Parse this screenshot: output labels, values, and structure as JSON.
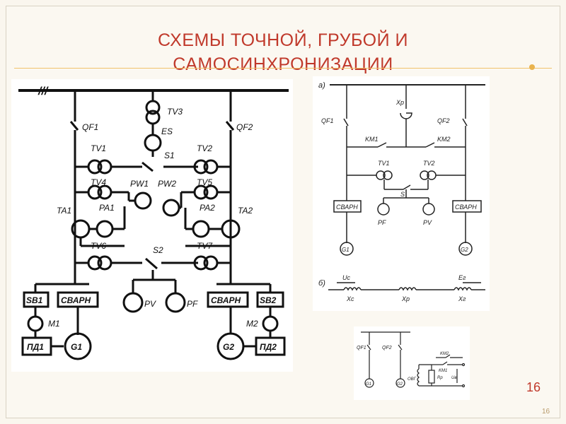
{
  "slide": {
    "title_line1": "СХЕМЫ ТОЧНОЙ, ГРУБОЙ И",
    "title_line2": "САМОСИНХРОНИЗАЦИИ",
    "page_number_large": "16",
    "page_number_small": "16"
  },
  "colors": {
    "title": "#c0392b",
    "accent_rule": "#f0c26a",
    "ink": "#111111"
  },
  "diagram_main": {
    "labels": {
      "bus": "///",
      "qf1": "QF1",
      "qf2": "QF2",
      "tv3": "TV3",
      "es": "ES",
      "s1": "S1",
      "tv1": "TV1",
      "tv2": "TV2",
      "tv4": "TV4",
      "tv5": "TV5",
      "pw1": "PW1",
      "pw2": "PW2",
      "pa1": "PA1",
      "pa2": "PA2",
      "ta1": "TA1",
      "ta2": "TA2",
      "tv6": "TV6",
      "tv7": "TV7",
      "s2": "S2",
      "sb1": "SB1",
      "svarn_left": "СВАРН",
      "svarn_right": "СВАРН",
      "sb2": "SB2",
      "pv": "PV",
      "pf": "PF",
      "m1": "M1",
      "m2": "M2",
      "pd_left": "ПД1",
      "pd_right": "ПД2",
      "g1": "G1",
      "g2": "G2"
    }
  },
  "diagram_right": {
    "labels": {
      "part_a": "а)",
      "part_b": "б)",
      "qf1": "QF1",
      "qf2": "QF2",
      "xp_top": "Xр",
      "km1": "KM1",
      "km2": "KM2",
      "tv1": "TV1",
      "tv2": "TV2",
      "s": "S",
      "svarn_left": "СВАРН",
      "svarn_right": "СВАРН",
      "pf": "PF",
      "pv": "PV",
      "g1": "G1",
      "g2": "G2",
      "uc": "Uc",
      "er": "Eг",
      "xc": "Xc",
      "xp": "Xр",
      "xr": "Xг"
    }
  },
  "diagram_small": {
    "labels": {
      "qf1": "QF1",
      "qf2": "QF2",
      "km2": "KM2",
      "km1": "KM1",
      "ovg": "ОВГ",
      "rp": "Rр",
      "uv": "Uв",
      "g1": "G1",
      "g2": "G2"
    }
  }
}
